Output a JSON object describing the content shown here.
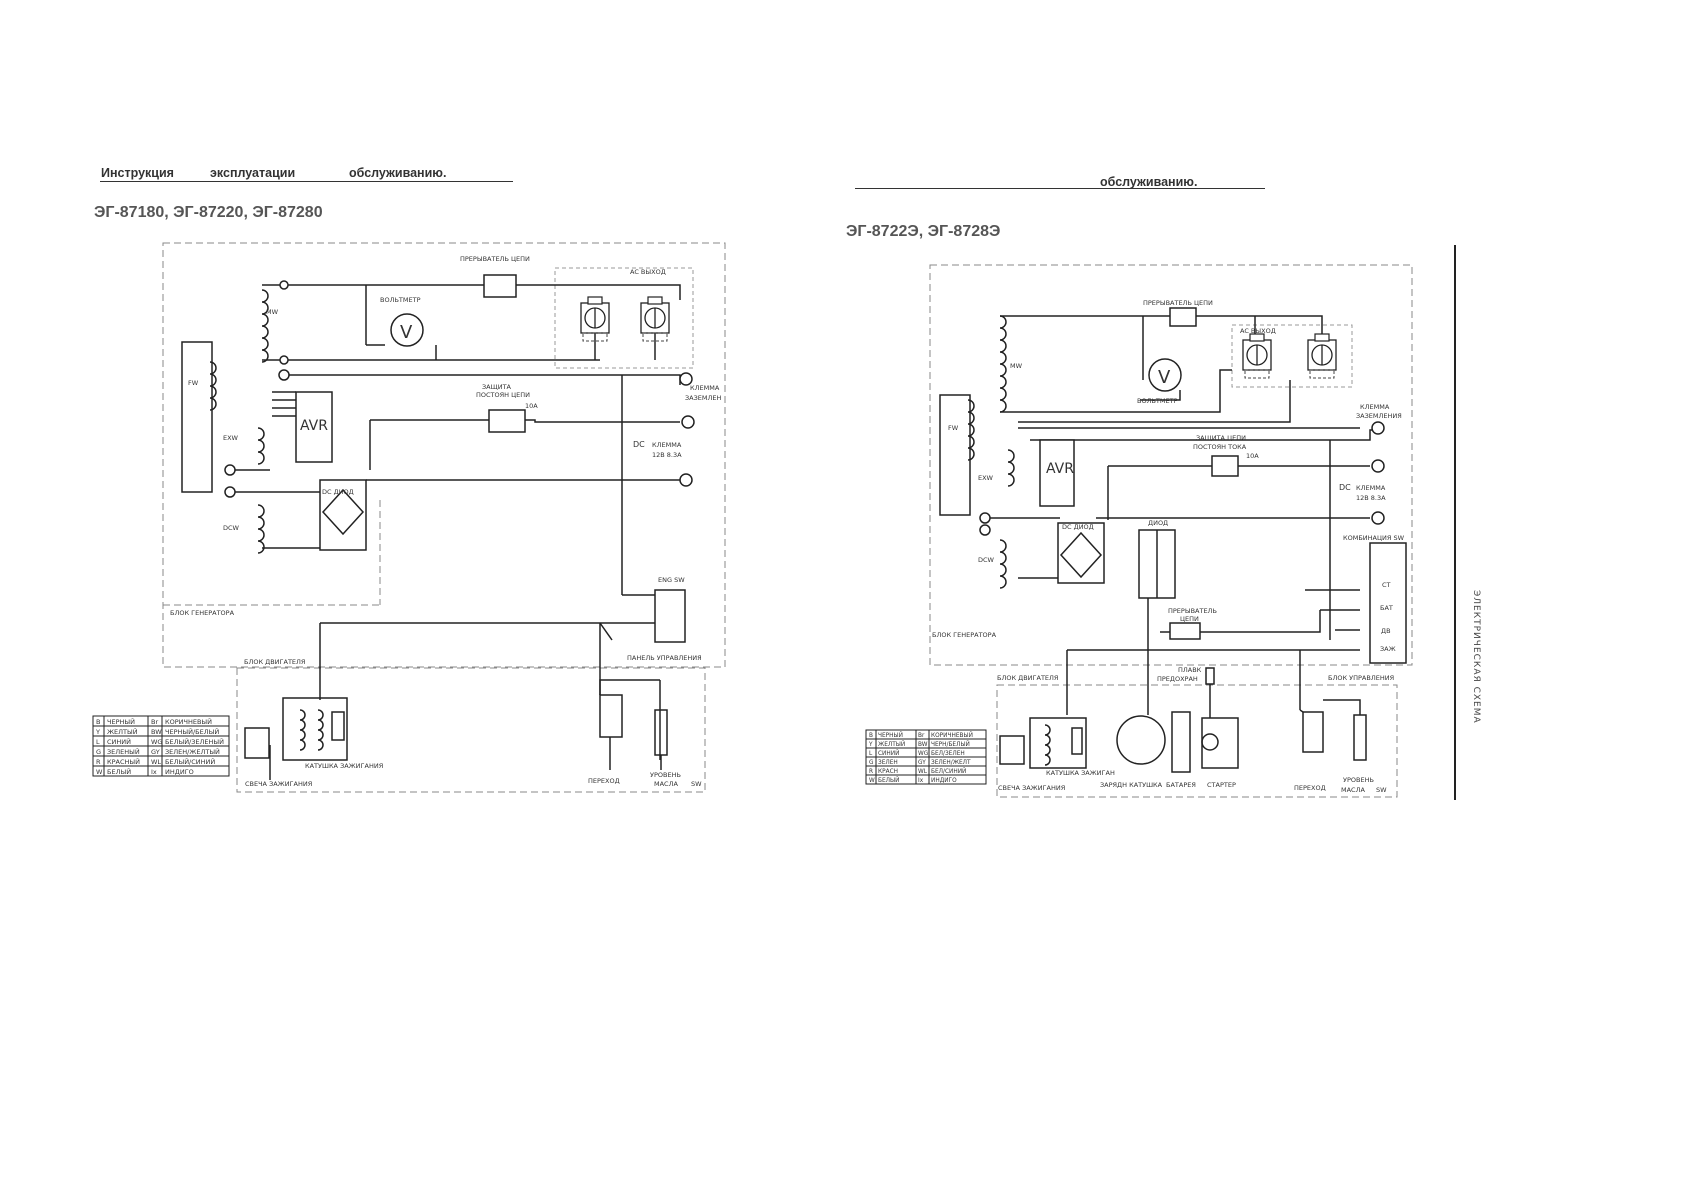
{
  "left": {
    "header": {
      "w1": "Инструкция",
      "w2": "эксплуатации",
      "w3": "обслуживанию."
    },
    "models": "ЭГ-87180, ЭГ-87220, ЭГ-87280",
    "labels": {
      "breaker": "ПРЕРЫВАТЕЛЬ ЦЕПИ",
      "ac_out": "AC ВЫХОД",
      "voltmeter": "ВОЛЬТМЕТР",
      "dc_prot_1": "ЗАЩИТА",
      "dc_prot_2": "ПОСТОЯН ЦЕПИ",
      "amp": "10А",
      "ground_1": "КЛЕММА",
      "ground_2": "ЗАЗЕМЛЕН",
      "dc": "DC",
      "dc_term_1": "КЛЕММА",
      "dc_term_2": "12В 8.3А",
      "diode": "DC ДИОД",
      "avr": "AVR",
      "gen_block": "БЛОК ГЕНЕРАТОРА",
      "eng_sw": "ENG SW",
      "panel": "ПАНЕЛЬ УПРАВЛЕНИЯ",
      "engine_block": "БЛОК ДВИГАТЕЛЯ",
      "spark": "СВЕЧА ЗАЖИГАНИЯ",
      "coil": "КАТУШКА ЗАЖИГАНИЯ",
      "sensor": "ПЕРЕХОД",
      "oil_1": "УРОВЕНЬ",
      "oil_2": "МАСЛА",
      "oil_sw": "SW",
      "mw": "MW",
      "fw": "FW",
      "exw": "EXW",
      "dcw": "DCW",
      "vsym": "V"
    },
    "legend": [
      [
        "B",
        "ЧЕРНЫЙ",
        "Br",
        "КОРИЧНЕВЫЙ"
      ],
      [
        "Y",
        "ЖЕЛТЫЙ",
        "BW",
        "ЧЕРНЫЙ/БЕЛЫЙ"
      ],
      [
        "L",
        "СИНИЙ",
        "WG",
        "БЕЛЫЙ/ЗЕЛЕНЫЙ"
      ],
      [
        "G",
        "ЗЕЛЕНЫЙ",
        "GY",
        "ЗЕЛЕН/ЖЕЛТЫЙ"
      ],
      [
        "R",
        "КРАСНЫЙ",
        "WL",
        "БЕЛЫЙ/СИНИЙ"
      ],
      [
        "W",
        "БЕЛЫЙ",
        "Ix",
        "ИНДИГО"
      ]
    ]
  },
  "right": {
    "header": {
      "w3": "обслуживанию."
    },
    "models": "ЭГ-8722Э, ЭГ-8728Э",
    "side_text": "ЭЛЕКТРИЧЕСКАЯ СХЕМА",
    "labels": {
      "breaker": "ПРЕРЫВАТЕЛЬ ЦЕПИ",
      "ac_out": "AC ВЫХОД",
      "voltmeter": "ВОЛЬТМЕТР",
      "ground_1": "КЛЕММА",
      "ground_2": "ЗАЗЕМЛЕНИЯ",
      "dc_prot_1": "ЗАЩИТА ЦЕПИ",
      "dc_prot_2": "ПОСТОЯН ТОКА",
      "amp": "10А",
      "dc": "DC",
      "dc_term_1": "КЛЕММА",
      "dc_term_2": "12В 8.3А",
      "diode": "DC ДИОД",
      "diode2": "ДИОД",
      "avr": "AVR",
      "combo": "КОМБИНАЦИЯ SW",
      "st": "СТ",
      "bat": "БАТ",
      "dv": "ДВ",
      "zazh": "ЗАЖ",
      "breaker2_1": "ПРЕРЫВАТЕЛЬ",
      "breaker2_2": "ЦЕПИ",
      "gen_block": "БЛОК ГЕНЕРАТОРА",
      "engine_block": "БЛОК ДВИГАТЕЛЯ",
      "fuse_1": "ПЛАВК",
      "fuse_2": "ПРЕДОХРАН",
      "ctrl_block": "БЛОК УПРАВЛЕНИЯ",
      "spark": "СВЕЧА ЗАЖИГАНИЯ",
      "coil": "КАТУШКА ЗАЖИГАН",
      "charge": "ЗАРЯДН КАТУШКА",
      "battery": "БАТАРЕЯ",
      "starter": "СТАРТЕР",
      "sensor": "ПЕРЕХОД",
      "oil_1": "УРОВЕНЬ",
      "oil_2": "МАСЛА",
      "oil_sw": "SW",
      "mw": "MW",
      "fw": "FW",
      "exw": "EXW",
      "dcw": "DCW",
      "vsym": "V"
    },
    "legend": [
      [
        "B",
        "ЧЕРНЫЙ",
        "Br",
        "КОРИЧНЕВЫЙ"
      ],
      [
        "Y",
        "ЖЕЛТЫЙ",
        "BW",
        "ЧЕРН/БЕЛЫЙ"
      ],
      [
        "L",
        "СИНИЙ",
        "WG",
        "БЕЛ/ЗЕЛЕН"
      ],
      [
        "G",
        "ЗЕЛЕН",
        "GY",
        "ЗЕЛЕН/ЖЕЛТ"
      ],
      [
        "R",
        "КРАСН",
        "WL",
        "БЕЛ/СИНИЙ"
      ],
      [
        "W",
        "БЕЛЫЙ",
        "Ix",
        "ИНДИГО"
      ]
    ]
  }
}
